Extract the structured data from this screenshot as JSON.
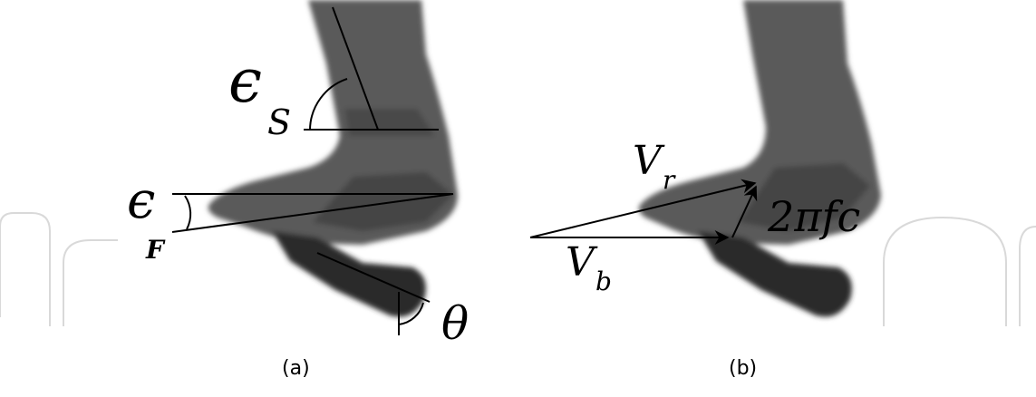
{
  "panels": [
    {
      "id": "a",
      "caption": "(a)",
      "symbols": {
        "eps_s_base": "ϵ",
        "eps_s_sub": "S",
        "eps_f_base": "ϵ",
        "eps_f_sub": "F",
        "theta": "θ"
      }
    },
    {
      "id": "b",
      "caption": "(b)",
      "symbols": {
        "vr_base": "V",
        "vr_sub": "r",
        "vb_base": "V",
        "vb_sub": "b",
        "rot": "2πfc"
      }
    }
  ],
  "colors": {
    "body": "#5a5a5a",
    "body_dark": "#3a3a3a",
    "bottle": "#2a2a2a",
    "watermark": "#d9d9d9",
    "ink": "#000000"
  }
}
